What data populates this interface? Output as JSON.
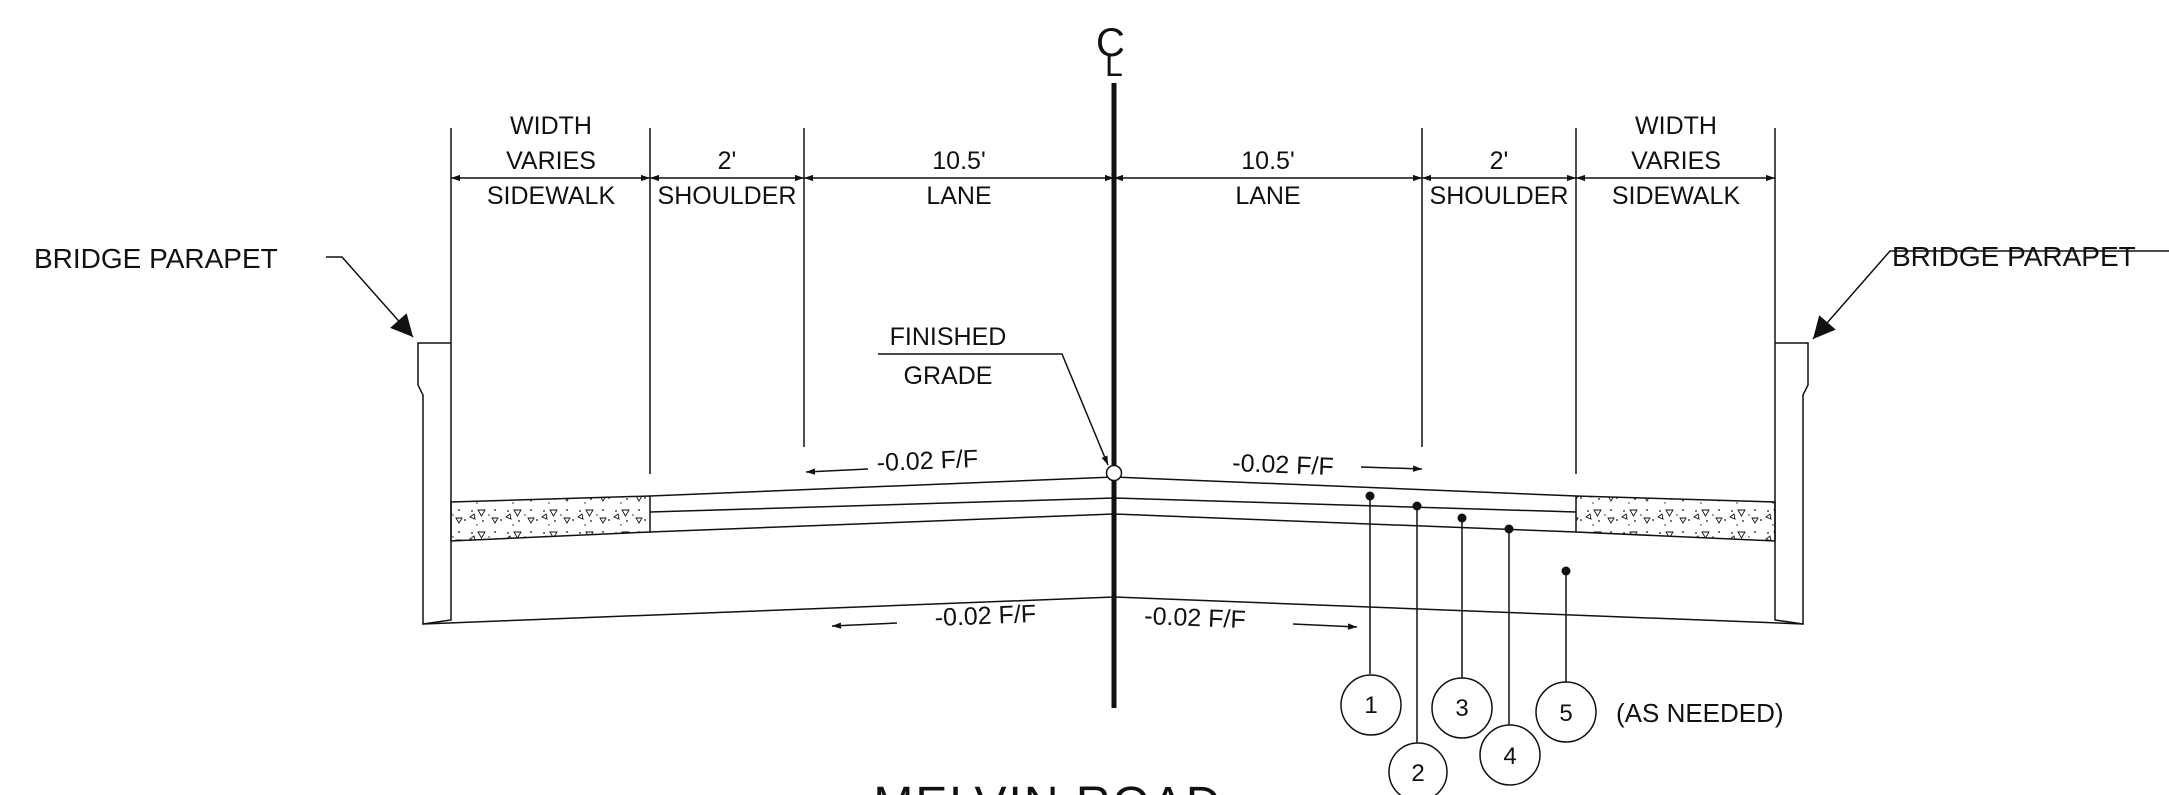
{
  "centerline_symbol": {
    "c": "C",
    "l": "L"
  },
  "dimensions": {
    "left": [
      {
        "lines": [
          "WIDTH",
          "VARIES",
          "SIDEWALK"
        ]
      },
      {
        "lines": [
          "2'",
          "SHOULDER"
        ]
      },
      {
        "lines": [
          "10.5'",
          "LANE"
        ]
      }
    ],
    "right": [
      {
        "lines": [
          "10.5'",
          "LANE"
        ]
      },
      {
        "lines": [
          "2'",
          "SHOULDER"
        ]
      },
      {
        "lines": [
          "WIDTH",
          "VARIES",
          "SIDEWALK"
        ]
      }
    ]
  },
  "callouts": {
    "left_parapet": "BRIDGE PARAPET",
    "right_parapet": "BRIDGE PARAPET",
    "finished_grade": [
      "FINISHED",
      "GRADE"
    ]
  },
  "slopes": {
    "top_left": "-0.02 F/F",
    "top_right": "-0.02 F/F",
    "bottom_left": "-0.02 F/F",
    "bottom_right": "-0.02 F/F"
  },
  "layer_keys": [
    "1",
    "2",
    "3",
    "4",
    "5"
  ],
  "layer_note": "(AS NEEDED)",
  "title": "MELVIN ROAD",
  "colors": {
    "ink": "#111111",
    "background": "#ffffff"
  }
}
